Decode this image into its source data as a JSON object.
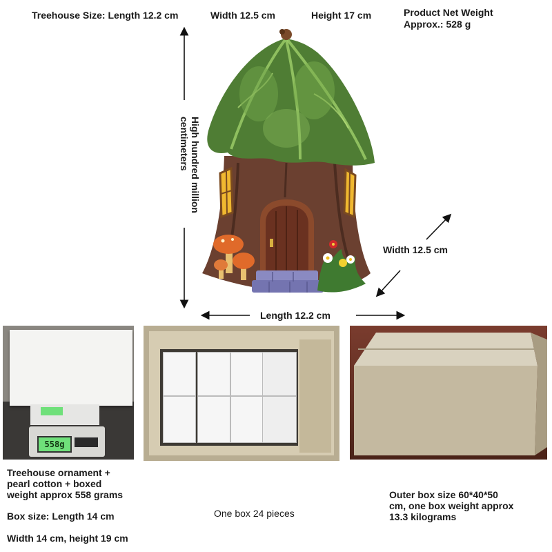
{
  "header": {
    "size_label": "Treehouse Size: Length 12.2 cm",
    "width_label": "Width 12.5 cm",
    "height_label": "Height 17 cm",
    "weight_line1": "Product Net Weight",
    "weight_line2": "Approx.: 528 g"
  },
  "dimensions": {
    "vertical_line1": "High hundred million",
    "vertical_line2": "centimeters",
    "width_side": "Width 12.5 cm",
    "length_bottom": "Length 12.2 cm"
  },
  "photos": {
    "scale_display": "558g"
  },
  "captions": {
    "left_line1": "Treehouse ornament +",
    "left_line2": "pearl cotton + boxed",
    "left_line3": "weight approx 558 grams",
    "box_size": "Box size: Length 14 cm",
    "box_size2": "Width 14 cm, height 19 cm",
    "center": "One box 24 pieces",
    "right_line1": "Outer box size 60*40*50",
    "right_line2": "cm, one box weight approx",
    "right_line3": "13.3 kilograms"
  },
  "colors": {
    "leaf_dark": "#4f7d34",
    "leaf_light": "#9fcf6a",
    "trunk": "#6b4030",
    "door": "#6a3120",
    "window": "#f0b830",
    "steps": "#8080b8",
    "mushroom": "#e06a2a",
    "cardboard": "#c9bfa7",
    "scale_screen": "#6fe07a"
  }
}
